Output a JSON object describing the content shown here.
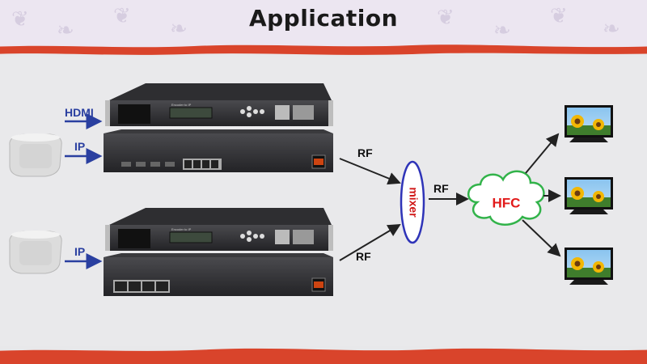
{
  "title": "Application",
  "inputs": {
    "hdmi_top": "HDMI",
    "ip_top": "IP",
    "ip_bottom": "IP"
  },
  "rf_labels": {
    "rf_top": "RF",
    "rf_bottom": "RF",
    "rf_mixer_out": "RF"
  },
  "mixer_label": "mixer",
  "hfc_label": "HFC",
  "device_small_label": "Encoder to IP",
  "colors": {
    "arrow_blue": "#2a3fa0",
    "mixer_red": "#d01818",
    "mixer_border": "#2f34b8",
    "hfc_green": "#32b34a",
    "hfc_text": "#e21a1a",
    "brush_red": "#d9442b"
  }
}
